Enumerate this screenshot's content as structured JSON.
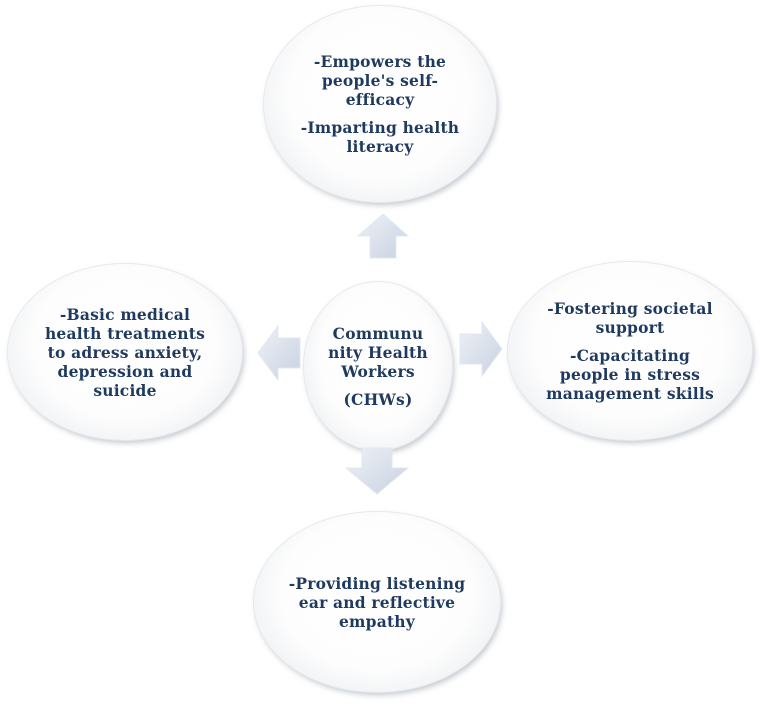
{
  "diagram": {
    "center": {
      "lines": [
        "Communu",
        "nity Health",
        "Workers",
        "",
        "(CHWs)"
      ]
    },
    "top": {
      "groups": [
        [
          "-Empowers the",
          "people's self-",
          "efficacy"
        ],
        [
          "-Imparting health",
          "literacy"
        ]
      ]
    },
    "left": {
      "groups": [
        [
          "-Basic medical",
          "health treatments",
          "to adress anxiety,",
          "depression and",
          "suicide"
        ]
      ]
    },
    "right": {
      "groups": [
        [
          "-Fostering societal",
          "support"
        ],
        [
          "-Capacitating",
          "people in stress",
          "management skills"
        ]
      ]
    },
    "bottom": {
      "groups": [
        [
          "-Providing listening",
          "ear and reflective",
          "empathy"
        ]
      ]
    }
  },
  "colors": {
    "text": "#1f3a5f",
    "arrow_fill": "#d6dde9",
    "arrow_edge": "#eef1f6"
  }
}
